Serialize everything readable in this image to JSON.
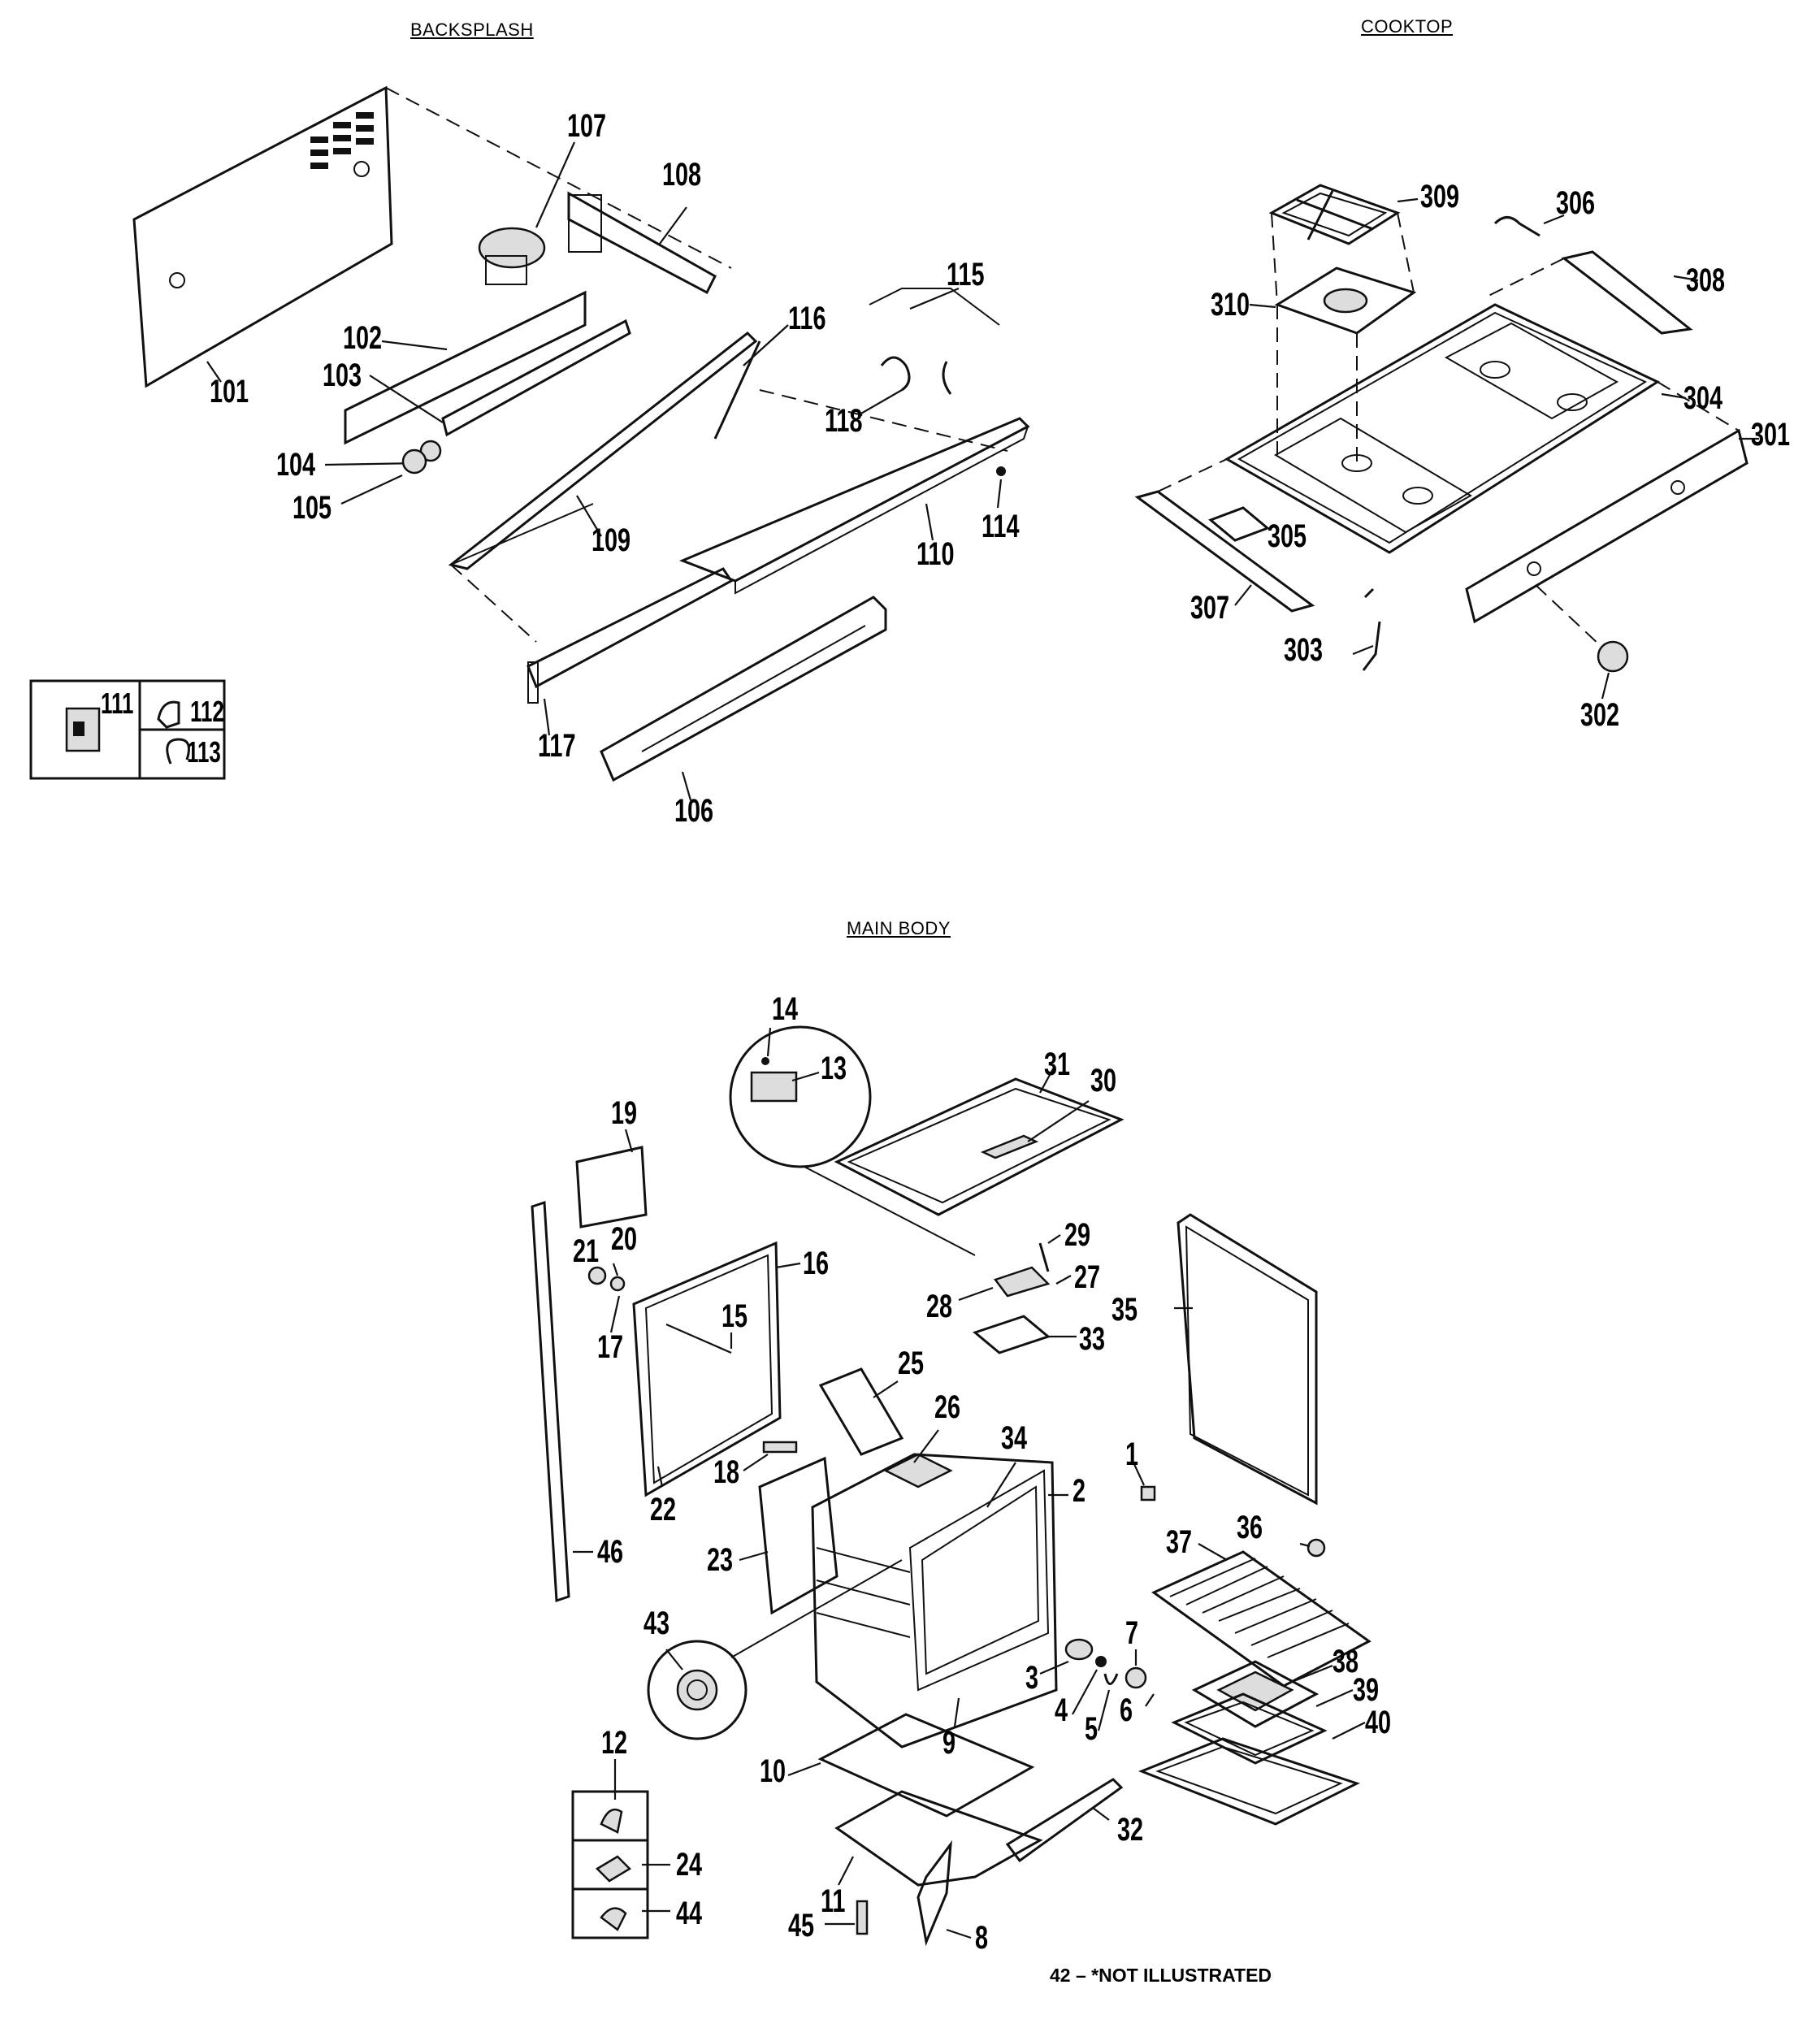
{
  "sections": {
    "backsplash": "BACKSPLASH",
    "cooktop": "COOKTOP",
    "main_body": "MAIN BODY"
  },
  "labels": {
    "p101": "101",
    "p102": "102",
    "p103": "103",
    "p104": "104",
    "p105": "105",
    "p106": "106",
    "p107": "107",
    "p108": "108",
    "p109": "109",
    "p110": "110",
    "p111": "111",
    "p112": "112",
    "p113": "113",
    "p114": "114",
    "p115": "115",
    "p116": "116",
    "p117": "117",
    "p118": "118",
    "p301": "301",
    "p302": "302",
    "p303": "303",
    "p304": "304",
    "p305": "305",
    "p306": "306",
    "p307": "307",
    "p308": "308",
    "p309": "309",
    "p310": "310",
    "p1": "1",
    "p2": "2",
    "p3": "3",
    "p4": "4",
    "p5": "5",
    "p6": "6",
    "p7": "7",
    "p8": "8",
    "p9": "9",
    "p10": "10",
    "p11": "11",
    "p12": "12",
    "p13": "13",
    "p14": "14",
    "p15": "15",
    "p16": "16",
    "p17": "17",
    "p18": "18",
    "p19": "19",
    "p20": "20",
    "p21": "21",
    "p22": "22",
    "p23": "23",
    "p24": "24",
    "p25": "25",
    "p26": "26",
    "p27": "27",
    "p28": "28",
    "p29": "29",
    "p30": "30",
    "p31": "31",
    "p32": "32",
    "p33": "33",
    "p34": "34",
    "p35": "35",
    "p36": "36",
    "p37": "37",
    "p38": "38",
    "p39": "39",
    "p40": "40",
    "p43": "43",
    "p44": "44",
    "p45": "45",
    "p46": "46"
  },
  "footnote": "42 – *NOT ILLUSTRATED"
}
